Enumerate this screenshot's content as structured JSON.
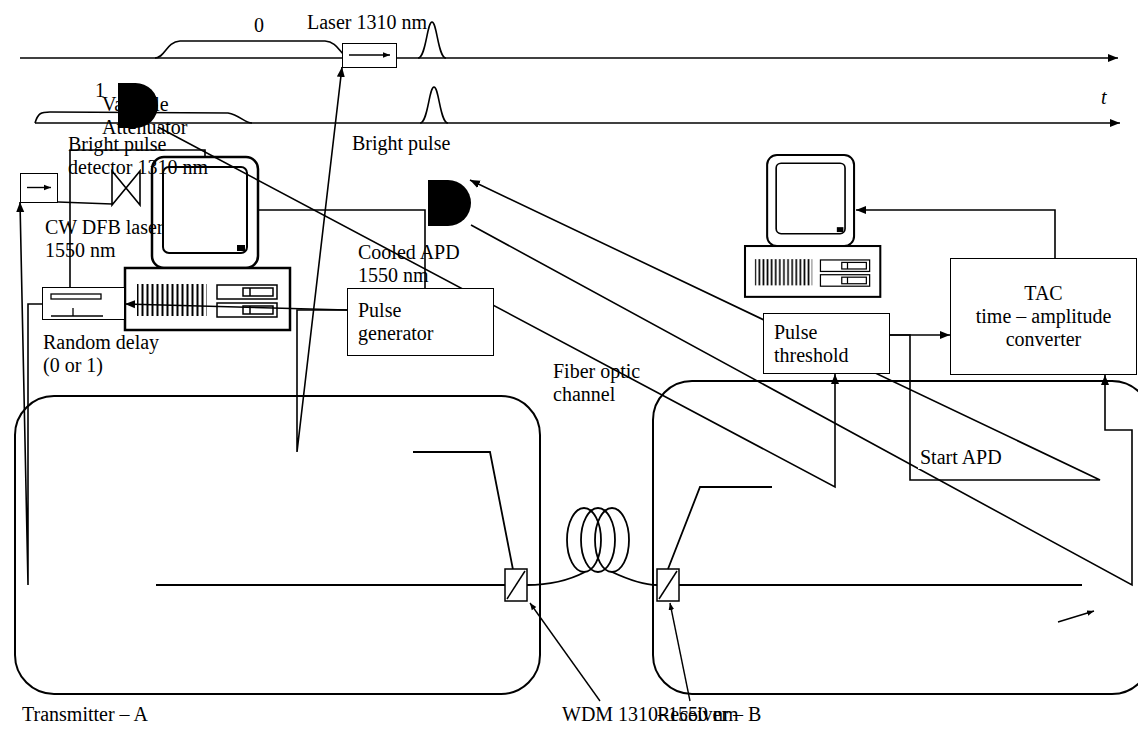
{
  "diagram": {
    "nodes": [
      {
        "text": [
          "Random delay (0 or 1)"
        ]
      },
      {
        "text": [
          "Pulse generator"
        ]
      },
      {
        "text": [
          "Transmitter – A"
        ]
      },
      {
        "text": [
          "Laser 1310 nm"
        ],
        "in": 2
      },
      {
        "text": [
          "Variable Attenuator"
        ],
        "in": 2
      },
      {
        "text": [
          "CW DFB laser 1550 nm"
        ],
        "in": 2
      },
      {
        "text": [
          "Pulse threshold"
        ]
      },
      {
        "text": [
          "TAC",
          "time – amplitude converter"
        ]
      },
      {
        "text": [
          "Receiver – B"
        ]
      },
      {
        "text": [
          "Bright pulse detector 1310 nm"
        ],
        "in": 8
      },
      {
        "text": [
          "Cooled APD 1550 nm"
        ],
        "in": 8
      }
    ],
    "edges": [
      {
        "from": 1,
        "to": 0,
        "arrow": "to"
      },
      {
        "from": 1,
        "to": 3,
        "arrow": "to"
      },
      {
        "from": 0,
        "to": 5,
        "arrow": "to"
      },
      {
        "from": 5,
        "to": 4,
        "arrow": "none"
      },
      {
        "from": 9,
        "to": 6,
        "arrow": "to"
      },
      {
        "from": 6,
        "to": 7,
        "arrow": "to"
      },
      {
        "from": 6,
        "to": 10,
        "label": "Start APD",
        "arrow": "to"
      },
      {
        "from": 10,
        "to": 7,
        "arrow": "to"
      }
    ],
    "labels": [
      "0",
      "1",
      "t",
      "Bright pulse",
      "Fiber optic channel",
      "WDM 1310–1550 nm"
    ]
  }
}
